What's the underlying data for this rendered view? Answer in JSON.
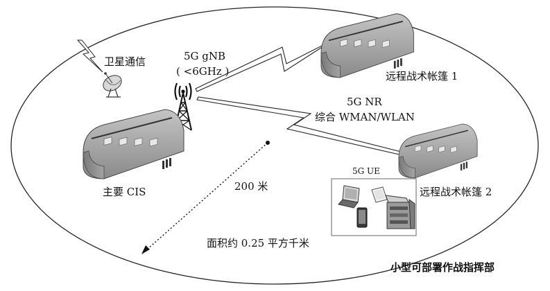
{
  "labels": {
    "satellite": "卫星通信",
    "gnb_line1": "5G gNB",
    "gnb_line2": "( <6GHz )",
    "tent1": "远程战术帐篷 1",
    "nr_line1": "5G NR",
    "nr_line2": "综合 WMAN/WLAN",
    "ue": "5G UE",
    "tent2": "远程战术帐篷 2",
    "main_cis": "主要 CIS",
    "distance": "200 米",
    "area": "面积约 0.25 平方千米",
    "title": "小型可部署作战指挥部"
  },
  "icons": [
    "satellite-dish-icon",
    "cell-tower-icon",
    "tent-icon",
    "laptop-icon",
    "tablet-icon",
    "phone-icon",
    "printer-icon"
  ],
  "colors": {
    "tent_body": "#9c9c9c",
    "tent_top": "#b8b8b8",
    "outline": "#222222",
    "lightning": "#ffffff"
  }
}
